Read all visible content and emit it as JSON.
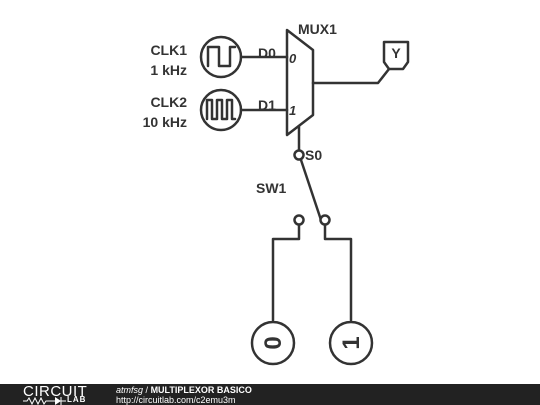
{
  "schematic": {
    "mux": {
      "name": "MUX1",
      "in0_pin": "0",
      "in1_pin": "1"
    },
    "clk1": {
      "name": "CLK1",
      "freq": "1 kHz",
      "net": "D0"
    },
    "clk2": {
      "name": "CLK2",
      "freq": "10 kHz",
      "net": "D1"
    },
    "select_net": "S0",
    "switch": {
      "name": "SW1"
    },
    "output": {
      "label": "Y"
    },
    "logic_low": {
      "label": "0"
    },
    "logic_high": {
      "label": "1"
    }
  },
  "footer": {
    "logo_top": "CIRCUIT",
    "logo_bottom": "LAB",
    "author": "atmfsg",
    "separator": "/",
    "title": "MULTIPLEXOR BASICO",
    "url": "http://circuitlab.com/c2emu3m"
  },
  "colors": {
    "wire": "#333333",
    "footer_bg": "#222222"
  }
}
